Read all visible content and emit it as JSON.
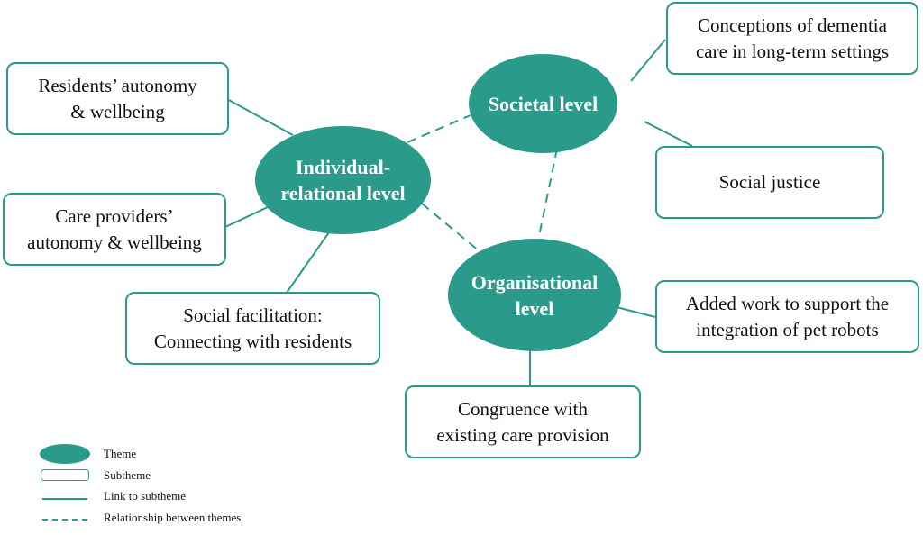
{
  "colors": {
    "theme_fill": "#2a9a8b",
    "subtheme_border": "#2a9a8b",
    "link": "#2a9a8b"
  },
  "themes": {
    "individual": {
      "line1": "Individual-",
      "line2": "relational level"
    },
    "societal": {
      "line1": "Societal level"
    },
    "organisational": {
      "line1": "Organisational",
      "line2": "level"
    }
  },
  "subthemes": {
    "residents_autonomy": {
      "line1": "Residents’ autonomy",
      "line2": "& wellbeing"
    },
    "care_providers": {
      "line1": "Care providers’",
      "line2": "autonomy & wellbeing"
    },
    "social_facilitation": {
      "line1": "Social facilitation:",
      "line2": "Connecting with residents"
    },
    "conceptions": {
      "line1": "Conceptions of dementia",
      "line2": "care in long-term settings"
    },
    "social_justice": {
      "line1": "Social justice"
    },
    "added_work": {
      "line1": "Added work to support the",
      "line2": "integration of pet robots"
    },
    "congruence": {
      "line1": "Congruence with",
      "line2": "existing care provision"
    }
  },
  "legend": {
    "theme": "Theme",
    "subtheme": "Subtheme",
    "link": "Link to subtheme",
    "relationship": "Relationship between themes"
  }
}
